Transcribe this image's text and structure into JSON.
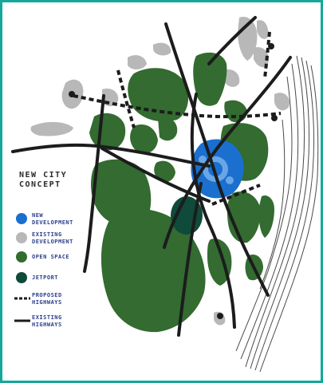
{
  "map": {
    "title_lines": [
      "NEW CITY",
      "CONCEPT"
    ],
    "colors": {
      "frame": "#12a89a",
      "new_development": "#1a6fcf",
      "existing_development": "#b8b8b8",
      "open_space": "#336b30",
      "jetport": "#0f4a3a",
      "highway": "#1c1c1c"
    },
    "legend": [
      {
        "key": "new_development",
        "swatch": "blue-dot-icon",
        "lines": [
          "NEW",
          "DEVELOPMENT"
        ]
      },
      {
        "key": "existing_development",
        "swatch": "gray-dot-icon",
        "lines": [
          "EXISTING",
          "DEVELOPMENT"
        ]
      },
      {
        "key": "open_space",
        "swatch": "green-dot-icon",
        "lines": [
          "OPEN SPACE"
        ]
      },
      {
        "key": "jetport",
        "swatch": "dark-green-dot-icon",
        "lines": [
          "JETPORT"
        ]
      },
      {
        "key": "proposed_highways",
        "swatch": "dashed-line-icon",
        "lines": [
          "PROPOSED",
          "HIGHWAYS"
        ]
      },
      {
        "key": "existing_highways",
        "swatch": "solid-line-icon",
        "lines": [
          "EXISTING",
          "HIGHWAYS"
        ]
      }
    ]
  }
}
